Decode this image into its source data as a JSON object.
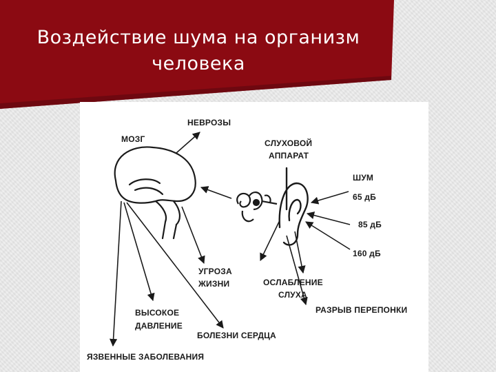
{
  "slide": {
    "title_line1": "Воздействие шума на организм",
    "title_line2": "человека",
    "banner_color": "#8b0a12"
  },
  "diagram": {
    "labels": {
      "brain": "МОЗГ",
      "neuroses": "НЕВРОЗЫ",
      "hearing_apparatus_1": "СЛУХОВОЙ",
      "hearing_apparatus_2": "АППАРАТ",
      "noise": "ШУМ",
      "db65": "65 дБ",
      "db85": "85 дБ",
      "db160": "160 дБ",
      "life_threat_1": "УГРОЗА",
      "life_threat_2": "ЖИЗНИ",
      "hearing_loss_1": "ОСЛАБЛЕНИЕ",
      "hearing_loss_2": "СЛУХА",
      "eardrum_rupture": "РАЗРЫВ ПЕРЕПОНКИ",
      "high_pressure_1": "ВЫСОКОЕ",
      "high_pressure_2": "ДАВЛЕНИЕ",
      "heart_disease": "БОЛЕЗНИ СЕРДЦА",
      "ulcer_disease": "ЯЗВЕННЫЕ ЗАБОЛЕВАНИЯ"
    }
  }
}
